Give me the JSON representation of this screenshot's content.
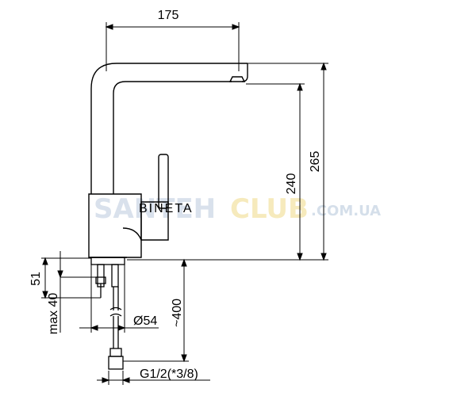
{
  "dimensions": {
    "width_top": "175",
    "height_overall": "265",
    "height_spout": "240",
    "height_below_deck": "51",
    "max_deck_thickness": "max 40",
    "base_diameter": "Ø54",
    "hose_length": "~400",
    "connection_thread": "G1/2(*3/8)"
  },
  "watermark": {
    "brand": "BINETA",
    "site_part1": "SANTEH",
    "site_part2": "CLUB",
    "site_suffix": ".COM.UA"
  },
  "colors": {
    "line": "#000000",
    "watermark_blue": "#b9c9dc",
    "watermark_yellow": "#f3e3a6"
  }
}
